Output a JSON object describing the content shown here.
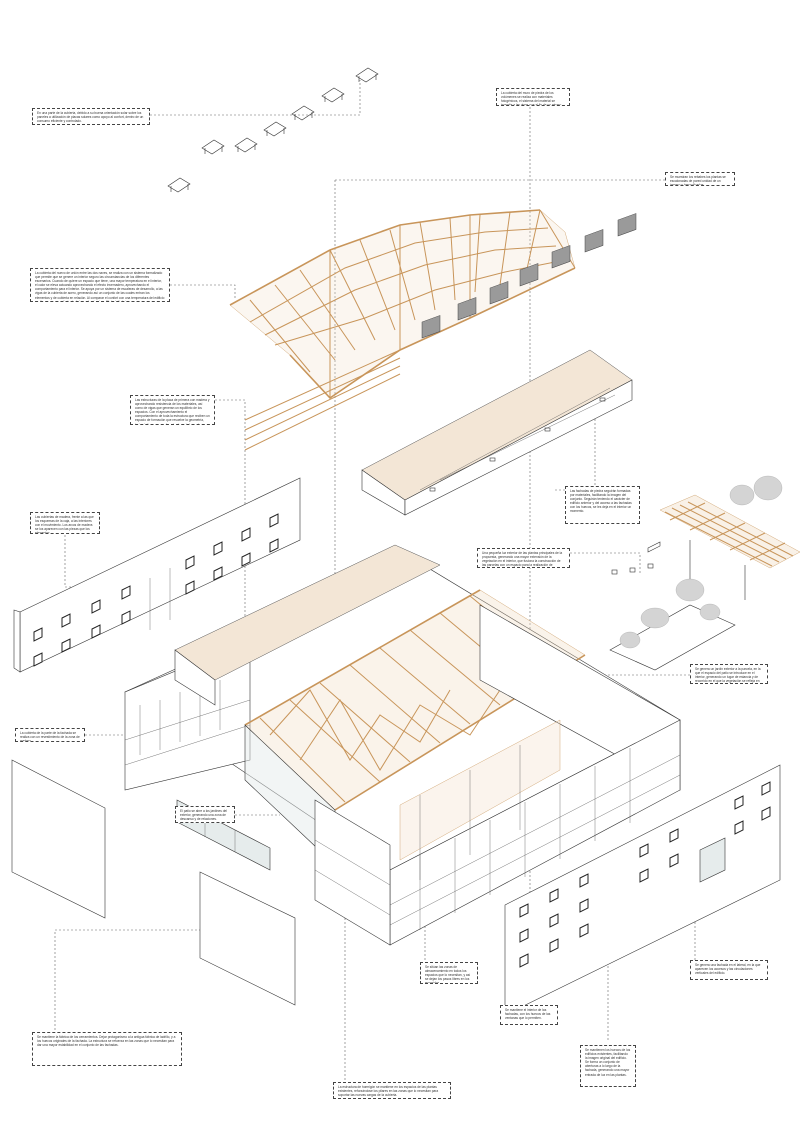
{
  "notes": [
    {
      "id": "n1",
      "text": "En una parte de la cubierta, debido a su buena orientación solar sobre los paneles a utilización de placas solares como apoyo al confort, dentro de un consumo eficiente y controlado."
    },
    {
      "id": "n2",
      "text": "La cubierta del muro de piedra de los volúmenes se realiza con materiales fotogénicos, el sistema del material se trasmite a las vigas que al fin de un mismo comportamiento."
    },
    {
      "id": "n3",
      "text": "Se muestran los rebabes los plantas se escalonadas de pared unidad de un ingreso y tranquilizadas."
    },
    {
      "id": "n4",
      "text": "La cubierta del nuevo de unión entre las dos naves, se realiza con un sistema formalizado que permite que se genere un interior seguro las circunstancias de los diferentes escenarios. Cuando de quiere un espacio que tiene, una mayor temperatura en el interior, el calor se eleva actuando aprovechando el efecto invernadero, aprovechando el comportamiento para el interior. Se apoya por un sistema de escaleras de desarrollo, a las vigas de la cubierta de acero, generando así un conjunto de las cuales entran los elementos y de cubierta en relación. Al comparar el confort con una temperatura del edificio se dispone en cumplimiento del agua hasta el equilibrio del interior."
    },
    {
      "id": "n5",
      "text": "Las estructuras de la placa de primera con madera y aprovechando resistencia de los materiales, así como de vigas que generan un equilibrio de los espacios. Con el aprovechamiento el comportamiento de toda la estructura que reciben un espacio de formación que resuelve la geometría, tanto de forma como de estructura de la madera."
    },
    {
      "id": "n6",
      "text": "Las cubiertas de madera, frente a las que los esquemas de la caja, a las interiores con el movimiento. Los arcos de madera se los aparecen con las piezas que los elementos."
    },
    {
      "id": "n7",
      "text": "Las fachadas de piedra seguirán formadas por materiales, facilitando la imagen del conjunto. Seguirán teniendo el carácter de edificio anterior y del acceso a las fachadas con los huecos, se les deja en el interior un momento."
    },
    {
      "id": "n8",
      "text": "Una pequeña luz exterior de las plantas principales de la propuesta, generando una mayor extensión de la vegetación en el interior, que fusiona la construcción de las parcelas con un espacio para la realización de actividades."
    },
    {
      "id": "n9",
      "text": "La cubierta de la parte de la fachada se realiza con un revestimiento de la zona de madera."
    },
    {
      "id": "n10",
      "text": "El patio se abre a los jardines del exterior, generando una zona de descanso y de relaciones."
    },
    {
      "id": "n11",
      "text": "Se genera un jardín exterior a la parcela, en la que el espacio del patio se introduce en el interior, generando un lugar de estancia y de recorrido en el que la vegetación se refleja en las nuevas fachadas."
    },
    {
      "id": "n12",
      "text": "Se sitúan las zonas de almacenamiento en todos los espacios que lo necesitan, y así se dejan los pasos libres en los recorridos."
    },
    {
      "id": "n13",
      "text": "Se mantiene el interior de las fachadas, con los huecos de las ventanas que lo permiten."
    },
    {
      "id": "n14",
      "text": "Se genera una fachada en el lateral, en la que aparecen los accesos y las circulaciones verticales del edificio."
    },
    {
      "id": "n15",
      "text": "Se mantiene la fábrica de los cerramientos. Dejar protagonismo a la antigua fábrica de ladrillo, y a los huecos originales de la fachada. La estructura se refuerza en las zonas que lo necesitan para dar una mayor estabilidad en el conjunto de las fachadas."
    },
    {
      "id": "n16",
      "text": "Se mantienen los huecos de los edificios existentes, facilitando la imagen original del edificio. Se forma un conjunto de aberturas a lo largo de la fachada, generando una mayor entrada de luz en las plantas."
    },
    {
      "id": "n17",
      "text": "La estructura de hormigón se mantiene en los espacios de las plantas existentes, reforzándose los pilares en las zonas que lo necesitan para soportar las nuevas cargas de la cubierta."
    }
  ]
}
